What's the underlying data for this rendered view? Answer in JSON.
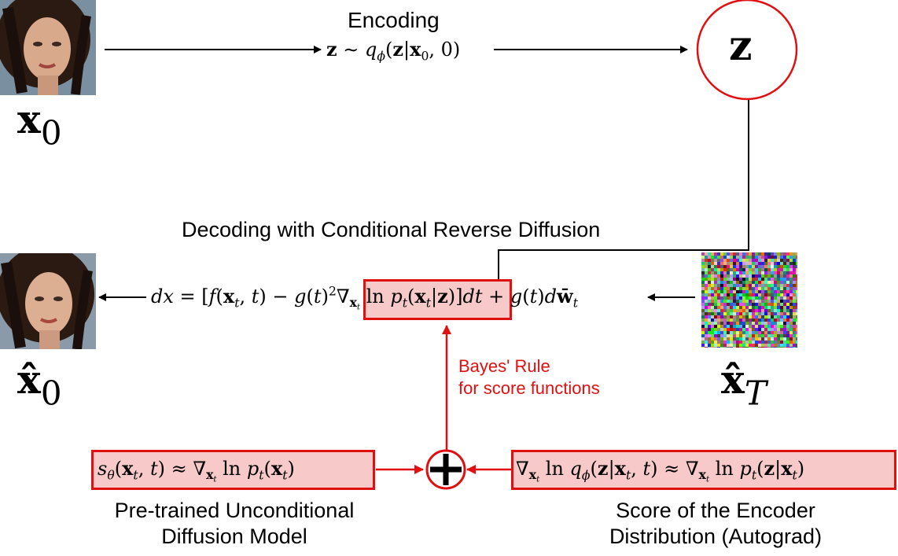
{
  "encoding": {
    "label": "Encoding",
    "formula": "z ~ q_phi(z|x0, 0)"
  },
  "latent": {
    "symbol": "z"
  },
  "input_image": {
    "symbol": "x",
    "subscript": "0"
  },
  "output_image": {
    "symbol": "x̂",
    "subscript": "0"
  },
  "noise_image": {
    "symbol": "x̂",
    "subscript": "T"
  },
  "decoding": {
    "label": "Decoding with Conditional Reverse Diffusion"
  },
  "bayes": {
    "line1": "Bayes' Rule",
    "line2": "for score functions"
  },
  "pretrained": {
    "line1": "Pre-trained Unconditional",
    "line2": "Diffusion Model"
  },
  "encoder_score": {
    "line1": "Score of the Encoder",
    "line2": "Distribution (Autograd)"
  },
  "colors": {
    "accent_red": "#e01010",
    "box_fill": "#f7c9c9"
  }
}
